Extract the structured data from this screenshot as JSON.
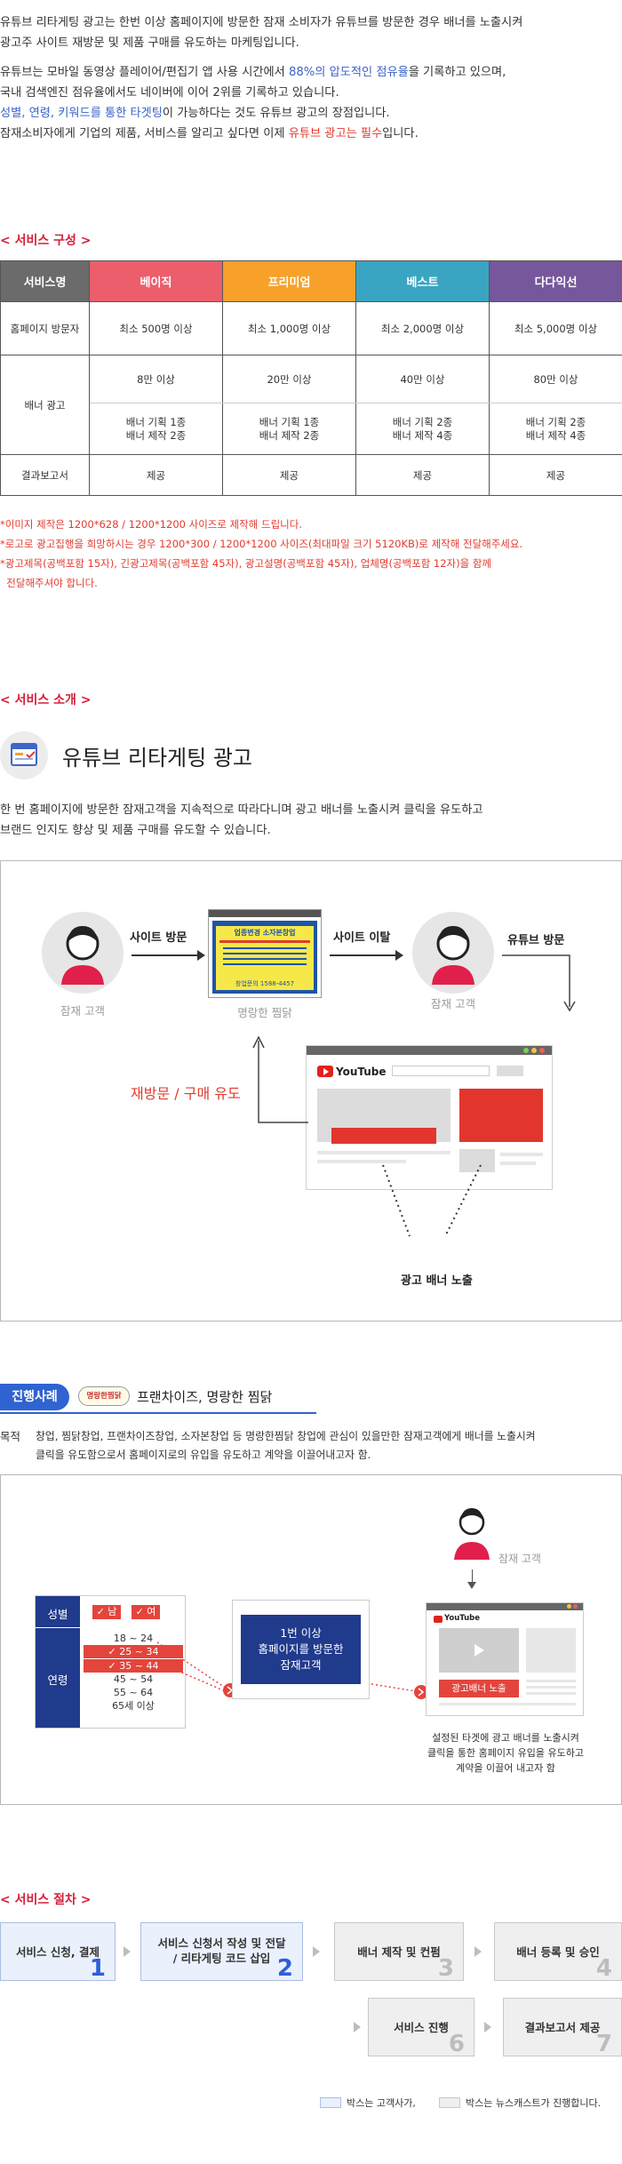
{
  "intro": {
    "p1_line1": "유튜브 리타게팅 광고는 한번 이상 홈페이지에 방문한 잠재 소비자가 유튜브를 방문한 경우 배너를 노출시켜",
    "p1_line2": "광고주 사이트 재방문 및 제품 구매를 유도하는 마케팅입니다.",
    "p2_line1_a": "유튜브는 모바일 동영상 플레이어/편집기 앱 사용 시간에서 ",
    "p2_line1_b": "88%의 압도적인 점유율",
    "p2_line1_c": "을 기록하고 있으며,",
    "p2_line2": "국내 검색엔진 점유율에서도 네이버에 이어 2위를 기록하고 있습니다.",
    "p2_line3_a": "성별, 연령, 키워드를 통한 타겟팅",
    "p2_line3_b": "이 가능하다는 것도 유튜브 광고의 장점입니다.",
    "p2_line4_a": "잠재소비자에게  기업의 제품, 서비스를 알리고 싶다면 이제 ",
    "p2_line4_b": "유튜브 광고는 필수",
    "p2_line4_c": "입니다."
  },
  "composition": {
    "heading": "< 서비스 구성 >",
    "columns": [
      {
        "label": "서비스명",
        "color": "#6b6b6b"
      },
      {
        "label": "베이직",
        "color": "#ec5e6c"
      },
      {
        "label": "프리미엄",
        "color": "#f7a12a"
      },
      {
        "label": "베스트",
        "color": "#3aa5c2"
      },
      {
        "label": "다다익선",
        "color": "#76579c"
      }
    ],
    "row_visitors": {
      "label": "홈페이지 방문자",
      "values": [
        "최소 500명 이상",
        "최소 1,000명 이상",
        "최소 2,000명 이상",
        "최소 5,000명 이상"
      ]
    },
    "row_banner": {
      "label": "배너 광고",
      "exposure": [
        "8만 이상",
        "20만 이상",
        "40만 이상",
        "80만 이상"
      ],
      "plan1": [
        "배너 기획 1종",
        "배너 기획 1종",
        "배너 기획 2종",
        "배너 기획 2종"
      ],
      "plan2": [
        "배너 제작 2종",
        "배너 제작 2종",
        "배너 제작 4종",
        "배너 제작 4종"
      ]
    },
    "row_report": {
      "label": "결과보고서",
      "values": [
        "제공",
        "제공",
        "제공",
        "제공"
      ]
    },
    "notes": [
      "*이미지 제작은 1200*628 / 1200*1200 사이즈로 제작해 드립니다.",
      "*로고로 광고집행을 희망하시는 경우 1200*300 / 1200*1200 사이즈(최대파일 크기 5120KB)로 제작해 전달해주세요.",
      "*광고제목(공백포함 15자), 긴광고제목(공백포함 45자), 광고설명(공백포함 45자), 업체명(공백포함 12자)을 함께",
      "  전달해주셔야 합니다."
    ]
  },
  "intro_section": {
    "heading": "< 서비스 소개 >",
    "title": "유튜브 리타게팅 광고",
    "desc_line1": "한 번 홈페이지에 방문한 잠재고객을 지속적으로 따라다니며 광고 배너를 노출시켜 클릭을 유도하고",
    "desc_line2": "브랜드 인지도 향상 및 제품 구매를 유도할 수 있습니다.",
    "flow": {
      "site_visit": "사이트 방문",
      "site_leave": "사이트 이탈",
      "youtube_visit": "유튜브 방문",
      "potential_customer_1": "잠재 고객",
      "brand": "명랑한 찜닭",
      "potential_customer_2": "잠재 고객",
      "revisit": "재방문 / 구매 유도",
      "youtube_logo": "YouTube",
      "banner_exposure": "광고 배너 노출",
      "thumb_brand": "업종변경 소자본창업",
      "thumb_call": "창업문의 1588-4457"
    }
  },
  "case": {
    "badge": "진행사례",
    "brand_logo_text": "명랑한찜닭",
    "title": "프랜차이즈, 명랑한 찜닭",
    "purpose_label": "목적",
    "purpose_line1": "창업, 찜닭창업, 프랜차이즈창업, 소자본창업 등 명랑한찜닭 창업에 관심이 있을만한 잠재고객에게 배너를 노출시켜",
    "purpose_line2": "클릭을 유도함으로서 홈페이지로의 유입을 유도하고 계약을 이끌어내고자 함.",
    "gender_label": "성별",
    "male": "남",
    "female": "여",
    "age_label": "연령",
    "ages": [
      "18 ~ 24",
      "25 ~ 34",
      "35 ~ 44",
      "45 ~ 54",
      "55 ~ 64",
      "65세 이상"
    ],
    "center_line1": "1번 이상",
    "center_line2": "홈페이지를 방문한",
    "center_line3": "잠재고객",
    "customer": "잠재 고객",
    "yt_logo": "YouTube",
    "ad_banner": "광고배너 노출",
    "result_line1": "설정된 타겟에 광고 배너를 노출시켜",
    "result_line2": "클릭을 통한 홈페이지 유입을 유도하고",
    "result_line3": "계약을 이끌어 내고자 함"
  },
  "procedure": {
    "heading": "< 서비스 절차 >",
    "steps": [
      {
        "line1": "서비스 신청, 결제",
        "line2": "",
        "num": "1"
      },
      {
        "line1": "서비스 신청서 작성 및 전달",
        "line2": "/ 리타게팅 코드 삽입",
        "num": "2"
      },
      {
        "line1": "배너 제작 및 컨펌",
        "line2": "",
        "num": "3"
      },
      {
        "line1": "배너 등록 및 승인",
        "line2": "",
        "num": "4"
      },
      {
        "line1": "서비스 진행",
        "line2": "",
        "num": "6"
      },
      {
        "line1": "결과보고서 제공",
        "line2": "",
        "num": "7"
      }
    ],
    "legend_customer": "박스는 고객사가,",
    "legend_company": "박스는 뉴스캐스트가 진행합니다."
  }
}
